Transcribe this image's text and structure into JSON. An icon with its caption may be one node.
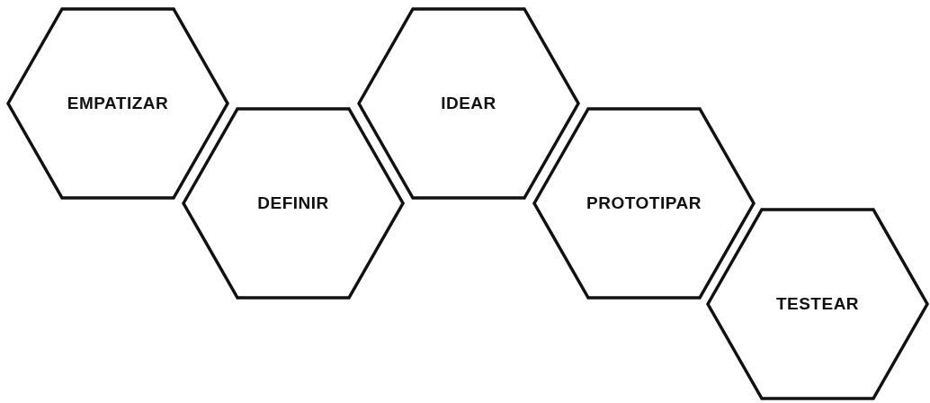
{
  "diagram": {
    "nodes": [
      {
        "text": [
          "EMPATIZAR"
        ]
      },
      {
        "text": [
          "DEFINIR"
        ]
      },
      {
        "text": [
          "IDEAR"
        ]
      },
      {
        "text": [
          "PROTOTIPAR"
        ]
      },
      {
        "text": [
          "TESTEAR"
        ]
      }
    ]
  }
}
